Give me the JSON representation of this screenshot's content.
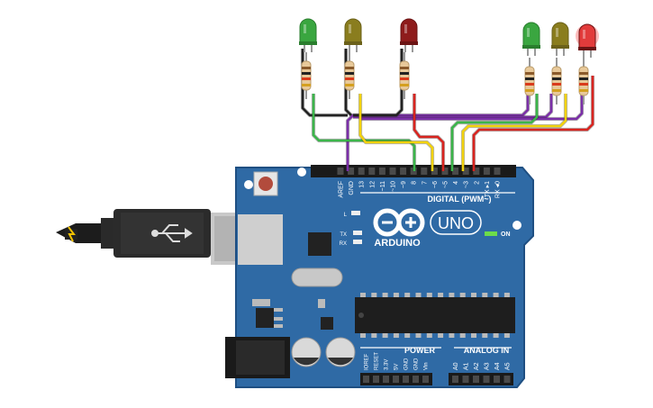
{
  "board": {
    "name": "UNO",
    "brand": "ARDUINO",
    "digital_label": "DIGITAL (PWM~)",
    "power_label": "POWER",
    "analog_label": "ANALOG IN",
    "on_label": "ON",
    "l_label": "L",
    "tx_label": "TX",
    "rx_label": "RX",
    "top_pins": [
      "AREF",
      "GND",
      "13",
      "12",
      "~11",
      "~10",
      "~9",
      "8",
      "7",
      "~6",
      "~5",
      "4",
      "~3",
      "2",
      "TX ▸1",
      "RX ◂0"
    ],
    "power_pins": [
      "IOREF",
      "RESET",
      "3.3V",
      "5V",
      "GND",
      "GND",
      "Vin"
    ],
    "analog_pins": [
      "A0",
      "A1",
      "A2",
      "A3",
      "A4",
      "A5"
    ],
    "colors": {
      "board": "#2f6aa5",
      "board_edge": "#1f4f82",
      "silk": "#ffffff"
    }
  },
  "leds": [
    {
      "id": "led-1",
      "color": "green"
    },
    {
      "id": "led-2",
      "color": "yellow"
    },
    {
      "id": "led-3",
      "color": "red"
    },
    {
      "id": "led-4",
      "color": "green"
    },
    {
      "id": "led-5",
      "color": "yellow"
    },
    {
      "id": "led-6",
      "color": "red",
      "lit": true
    }
  ],
  "wires": {
    "ground": "purple",
    "signals": [
      "green",
      "yellow",
      "red",
      "green",
      "yellow",
      "red"
    ]
  }
}
